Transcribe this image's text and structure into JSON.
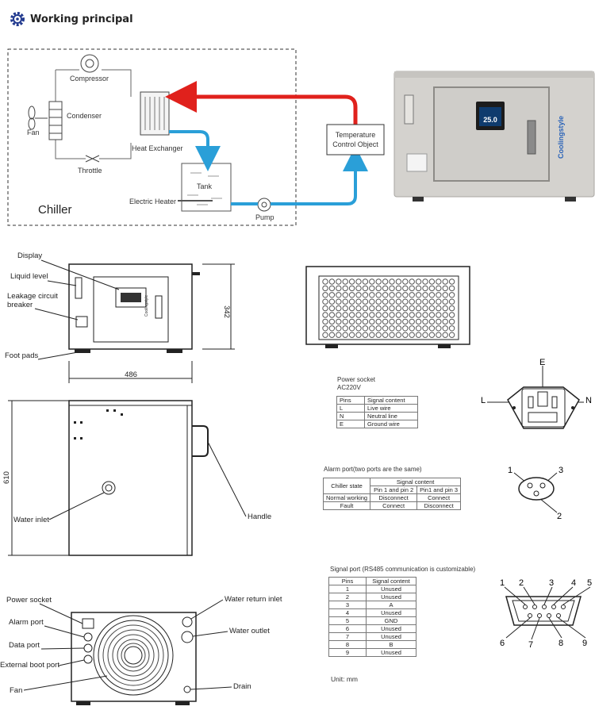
{
  "header": {
    "title": "Working principal"
  },
  "flow": {
    "compressor": "Compressor",
    "condenser": "Condenser",
    "fan": "Fan",
    "heat_exchanger": "Heat Exchanger",
    "throttle": "Throttle",
    "tank": "Tank",
    "electric_heater": "Electric Heater",
    "pump": "Pump",
    "chiller": "Chiller",
    "temp_control_line1": "Temperature",
    "temp_control_line2": "Control Object"
  },
  "product": {
    "display_value": "25.0",
    "brand": "Coolingstyle"
  },
  "drawings": {
    "front": {
      "display": "Display",
      "liquid_level": "Liquid level",
      "leakage_line1": "Leakage circuit",
      "leakage_line2": "breaker",
      "foot_pads": "Foot pads",
      "width": "486",
      "height": "342"
    },
    "side": {
      "depth": "610",
      "water_inlet": "Water inlet",
      "handle": "Handle"
    },
    "rear": {
      "power_socket": "Power socket",
      "alarm_port": "Alarm port",
      "data_port": "Data port",
      "external_boot_port": "External boot port",
      "fan": "Fan",
      "water_return_inlet": "Water return inlet",
      "water_outlet": "Water outlet",
      "drain": "Drain"
    }
  },
  "power_socket": {
    "title": "Power socket",
    "voltage": "AC220V",
    "headers": [
      "Pins",
      "Signal content"
    ],
    "rows": [
      [
        "L",
        "Live wire"
      ],
      [
        "N",
        "Neutral line"
      ],
      [
        "E",
        "Ground wire"
      ]
    ],
    "pin_labels": [
      "E",
      "L",
      "N"
    ]
  },
  "alarm_port": {
    "title": "Alarm port(two ports are the same)",
    "state_header": "Chiller state",
    "signal_header": "Signal content",
    "sub_headers": [
      "Pin 1 and pin 2",
      "Pin1 and pin 3"
    ],
    "rows": [
      [
        "Normal working",
        "Disconnect",
        "Connect"
      ],
      [
        "Fault",
        "Connect",
        "Disconnect"
      ]
    ],
    "pin_labels": [
      "1",
      "3",
      "2"
    ]
  },
  "signal_port": {
    "title": "Signal port (RS485 communication is customizable)",
    "headers": [
      "Pins",
      "Signal content"
    ],
    "rows": [
      [
        "1",
        "Unused"
      ],
      [
        "2",
        "Unused"
      ],
      [
        "3",
        "A"
      ],
      [
        "4",
        "Unused"
      ],
      [
        "5",
        "GND"
      ],
      [
        "6",
        "Unused"
      ],
      [
        "7",
        "Unused"
      ],
      [
        "8",
        "B"
      ],
      [
        "9",
        "Unused"
      ]
    ],
    "pin_labels": [
      "1",
      "2",
      "3",
      "4",
      "5",
      "6",
      "7",
      "8",
      "9"
    ]
  },
  "unit": "Unit: mm"
}
